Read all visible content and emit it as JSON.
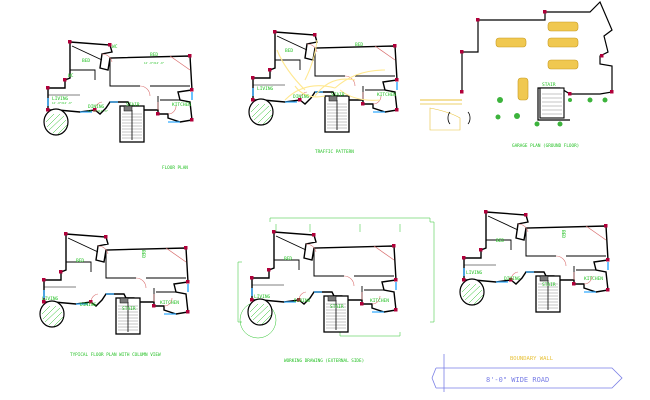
{
  "captions": {
    "floor_plan": "FLOOR PLAN",
    "traffic_pattern": "TRAFFIC PATTERN",
    "garage_plan": "GARAGE PLAN (GROUND FLOOR)",
    "typical_floor_plan": "TYPICAL FLOOR PLAN WITH COLUMN VIEW",
    "working_drawing": "WORKING DRAWING (EXTERNAL SIDE)"
  },
  "rooms": {
    "bed": "BED",
    "living": "LIVING",
    "dining": "DINING",
    "kitchen": "KITCHEN",
    "stair": "STAIR",
    "wc": "WC",
    "tiny_dim": "12'-0\"X14'-0\""
  },
  "road": {
    "boundary_wall": "BOUNDARY WALL",
    "road_label": "8'-0\" WIDE ROAD"
  },
  "colors": {
    "wall": "#000000",
    "column": "#b0003a",
    "text": "#1fbf1f",
    "window": "#2aa8ff",
    "door_swing": "#d86b6b",
    "car": "#f0c850",
    "tree": "#3cb33c",
    "stair": "#8a8a8a",
    "dimension": "#2cc42c",
    "road": "#7a7fe6",
    "traffic": "#ffe890"
  }
}
